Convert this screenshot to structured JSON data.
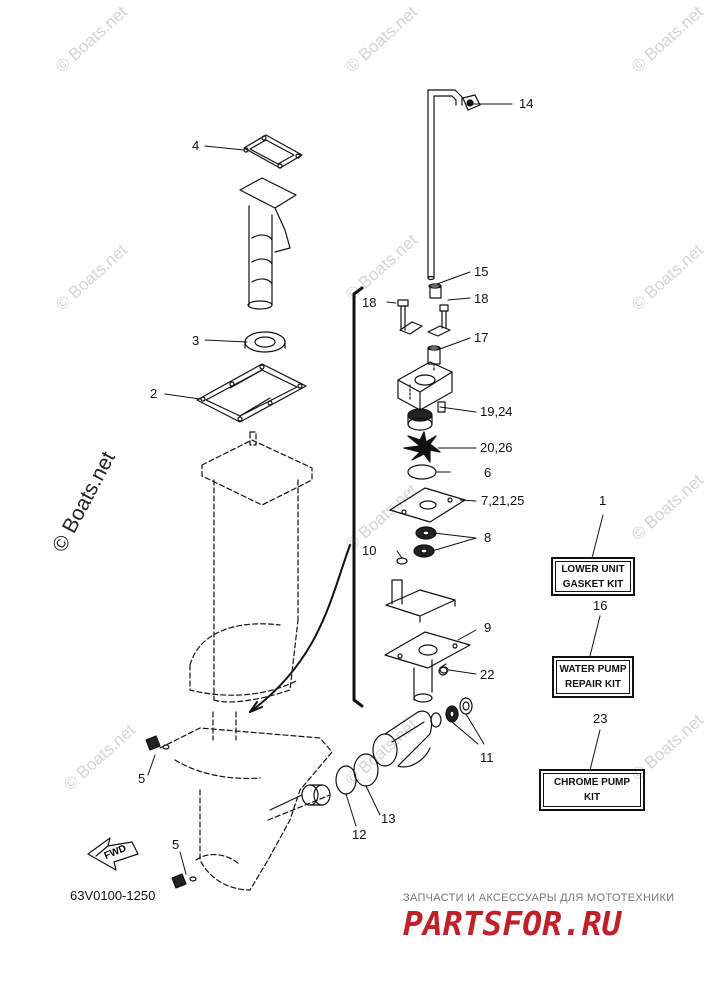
{
  "watermark": {
    "small_text": "© Boats.net",
    "large_text": "© Boats.net"
  },
  "callouts": {
    "c1": "1",
    "c2": "2",
    "c3": "3",
    "c4": "4",
    "c5a": "5",
    "c5b": "5",
    "c6": "6",
    "c7": "7,21,25",
    "c8": "8",
    "c9": "9",
    "c10": "10",
    "c11": "11",
    "c12": "12",
    "c13": "13",
    "c14": "14",
    "c15": "15",
    "c16": "16",
    "c17": "17",
    "c18a": "18",
    "c18b": "18",
    "c19": "19,24",
    "c20": "20,26",
    "c22": "22",
    "c23": "23"
  },
  "kits": {
    "lower_unit": {
      "line1": "LOWER UNIT",
      "line2": "GASKET KIT"
    },
    "water_pump": {
      "line1": "WATER PUMP",
      "line2": "REPAIR KIT"
    },
    "chrome_pump": {
      "line1": "CHROME PUMP",
      "line2": "KIT"
    }
  },
  "fwd_label": "FWD",
  "part_number": "63V0100-1250",
  "shop_tagline": "ЗАПЧАСТИ И АКСЕССУАРЫ ДЛЯ МОТОТЕХНИКИ",
  "shop_brand": "PARTSFOR.RU"
}
